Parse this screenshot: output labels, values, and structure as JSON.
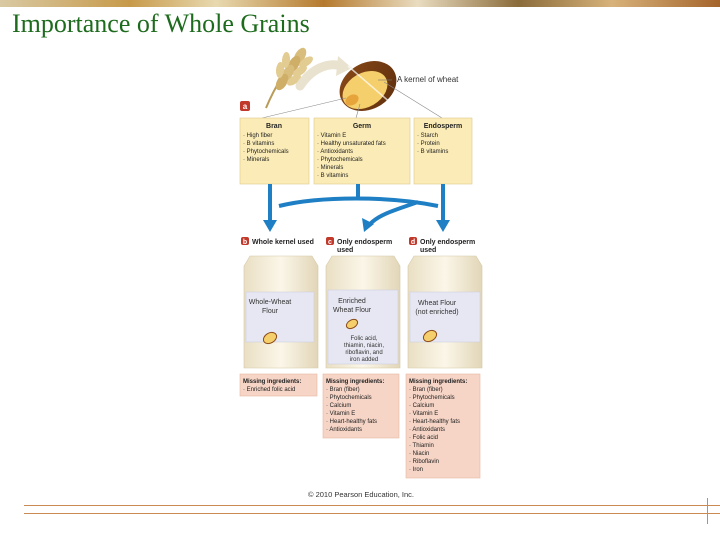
{
  "slide": {
    "title": "Importance of Whole Grains"
  },
  "figure": {
    "kernel_label": "A kernel of wheat",
    "panel_a_tag": "a",
    "parts": [
      {
        "name": "Bran",
        "items": [
          "· High fiber",
          "· B vitamins",
          "· Phytochemicals",
          "· Minerals"
        ]
      },
      {
        "name": "Germ",
        "items": [
          "· Vitamin E",
          "· Healthy unsaturated fats",
          "· Antioxidants",
          "· Phytochemicals",
          "· Minerals",
          "· B vitamins"
        ]
      },
      {
        "name": "Endosperm",
        "items": [
          "· Starch",
          "· Protein",
          "· B vitamins"
        ]
      }
    ],
    "products": [
      {
        "tag": "b",
        "caption": [
          "Whole kernel used"
        ],
        "bag_label": [
          "Whole-Wheat",
          "Flour"
        ],
        "bag_note": [],
        "missing_title": "Missing ingredients:",
        "missing": [
          "· Enriched folic acid"
        ]
      },
      {
        "tag": "c",
        "caption": [
          "Only endosperm",
          "used"
        ],
        "bag_label": [
          "Enriched",
          "Wheat Flour"
        ],
        "bag_note": [
          "Folic acid,",
          "thiamin, niacin,",
          "riboflavin, and",
          "iron added"
        ],
        "missing_title": "Missing ingredients:",
        "missing": [
          "· Bran (fiber)",
          "· Phytochemicals",
          "· Calcium",
          "· Vitamin E",
          "· Heart-healthy fats",
          "· Antioxidants"
        ]
      },
      {
        "tag": "d",
        "caption": [
          "Only endosperm",
          "used"
        ],
        "bag_label": [
          "Wheat Flour",
          "(not enriched)"
        ],
        "bag_note": [],
        "missing_title": "Missing ingredients:",
        "missing": [
          "· Bran (fiber)",
          "· Phytochemicals",
          "· Calcium",
          "· Vitamin E",
          "· Heart-healthy fats",
          "· Antioxidants",
          "· Folic acid",
          "· Thiamin",
          "· Niacin",
          "· Riboflavin",
          "· Iron"
        ]
      }
    ],
    "copyright": "© 2010 Pearson Education, Inc.",
    "colors": {
      "part_box": "#fbecb7",
      "missing_box": "#f6d5c6",
      "tag": "#c0392b",
      "arrow": "#1f7fc4",
      "bag": "#f3ebd6",
      "label_panel": "#e6e7f2"
    }
  }
}
